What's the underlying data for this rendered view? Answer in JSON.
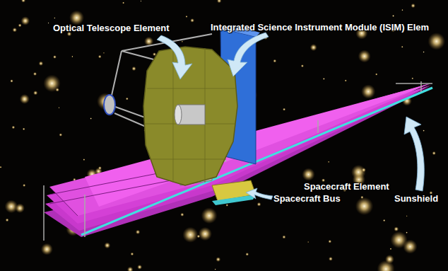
{
  "diagram": {
    "labels": [
      "Optical Telescope Element",
      "Integrated Science Instrument Module (ISIM) Elem",
      "Spacecraft Element",
      "Spacecraft Bus",
      "Sunshield"
    ]
  }
}
